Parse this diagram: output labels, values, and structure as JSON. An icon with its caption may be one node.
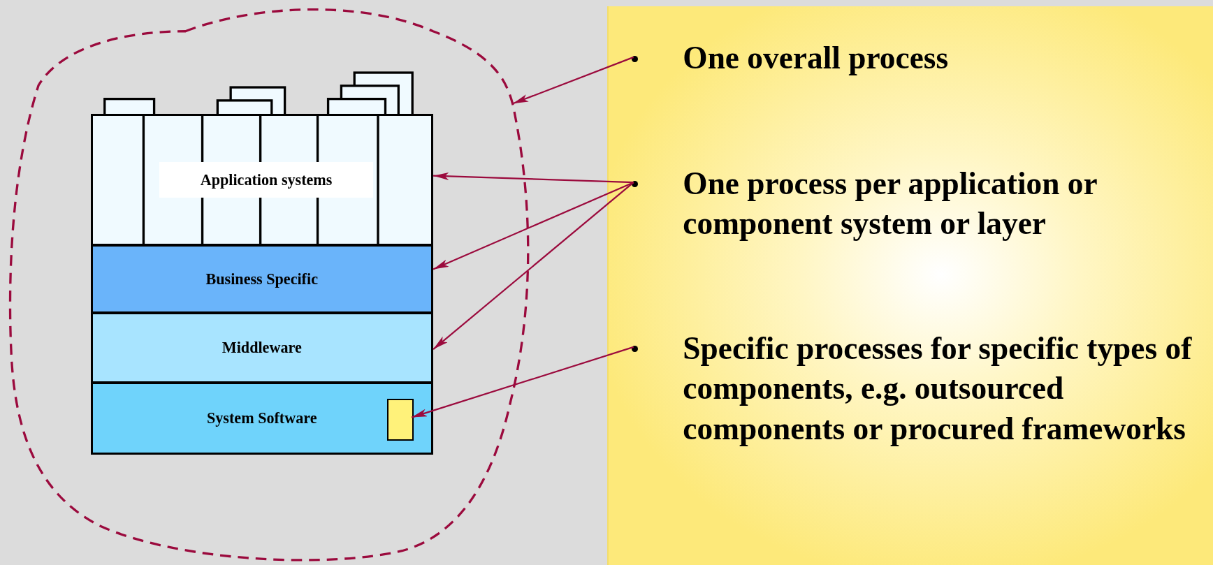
{
  "diagram": {
    "nodes": [
      {
        "text": [],
        "shape": "cloud"
      },
      {
        "text": [
          "Application systems"
        ],
        "in": 0
      },
      {
        "text": [
          "Business Specific"
        ],
        "in": 0
      },
      {
        "text": [
          "Middleware"
        ],
        "in": 0
      },
      {
        "text": [
          "System Software"
        ],
        "in": 0
      },
      {
        "text": [],
        "shape": "box",
        "in": 4
      },
      {
        "text": [],
        "shape": "box"
      },
      {
        "text": [
          "One overall process"
        ],
        "in": 6
      },
      {
        "text": [
          "One process per application or component system or layer"
        ],
        "in": 6
      },
      {
        "text": [
          "Specific processes for specific types of components, e.g. outsourced components or procured frameworks"
        ],
        "in": 6
      }
    ],
    "edges": [
      {
        "from": 7,
        "to": 0,
        "arrow": "to"
      },
      {
        "from": 8,
        "to": 1,
        "arrow": "to"
      },
      {
        "from": 8,
        "to": 2,
        "arrow": "to"
      },
      {
        "from": 8,
        "to": 3,
        "arrow": "to"
      },
      {
        "from": 9,
        "to": 5,
        "arrow": "to"
      }
    ]
  }
}
